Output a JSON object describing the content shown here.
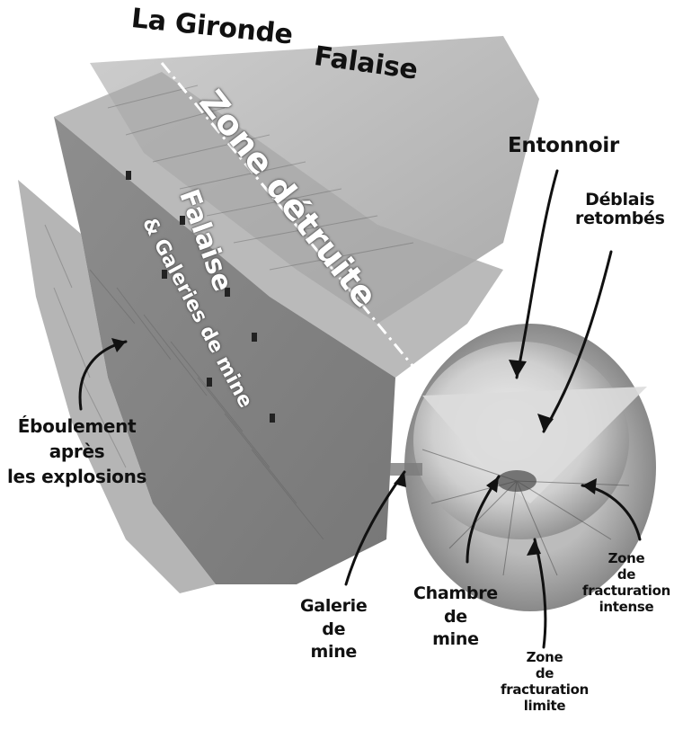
{
  "labels": {
    "gironde": "La Gironde",
    "falaise_top": "Falaise",
    "zone_detruite": "Zone détruite",
    "falaise_side": "Falaise",
    "galeries_side": "& Galeries de mine",
    "entonnoir": "Entonnoir",
    "deblais": [
      "Déblais",
      "retombés"
    ],
    "eboulement": [
      "Éboulement",
      "après",
      "les explosions"
    ],
    "galerie": [
      "Galerie",
      "de",
      "mine"
    ],
    "chambre": [
      "Chambre",
      "de",
      "mine"
    ],
    "zone_limite": [
      "Zone",
      "de",
      "fracturation",
      "limite"
    ],
    "zone_intense": [
      "Zone",
      "de",
      "fracturation",
      "intense"
    ]
  },
  "colors": {
    "ink": "#111111",
    "rock_dark": "#6d6d6d",
    "rock_mid": "#9a9a9a",
    "rock_light": "#c9c9c9",
    "crater_light": "#ececec",
    "background": "#ffffff"
  }
}
